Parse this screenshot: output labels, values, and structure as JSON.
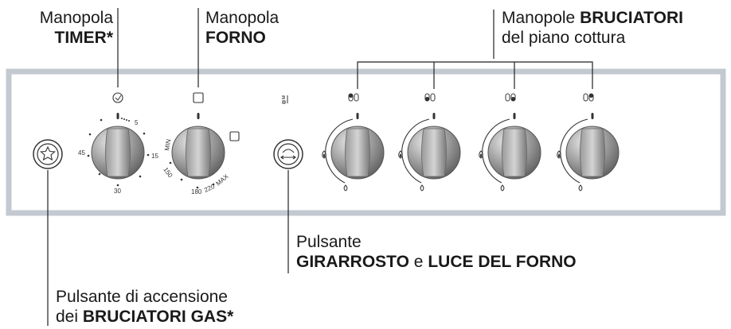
{
  "labels": {
    "timer": {
      "line1": "Manopola",
      "line2": "TIMER*"
    },
    "forno": {
      "line1": "Manopola",
      "line2": "FORNO"
    },
    "bruciatori": {
      "prefix": "Manopole ",
      "bold": "BRUCIATORI",
      "line2": "del piano cottura"
    },
    "girarrosto": {
      "line1": "Pulsante",
      "bold1": "GIRARROSTO",
      "mid": " e ",
      "bold2": "LUCE DEL FORNO"
    },
    "accensione": {
      "line1": "Pulsante di accensione",
      "prefix": "dei ",
      "bold": "BRUCIATORI GAS*"
    }
  },
  "timer_dial": {
    "ticks": [
      "5",
      "15",
      "30",
      "45"
    ]
  },
  "oven_dial": {
    "ticks": [
      "MIN",
      "150",
      "180",
      "220",
      "MAX"
    ]
  },
  "burners": [
    {
      "name": "burner-rear-left"
    },
    {
      "name": "burner-front-left"
    },
    {
      "name": "burner-front-right"
    },
    {
      "name": "burner-rear-right"
    }
  ],
  "colors": {
    "panel_border": "#c3c9d0",
    "line": "#222222",
    "knob": "#8c8c8c"
  }
}
